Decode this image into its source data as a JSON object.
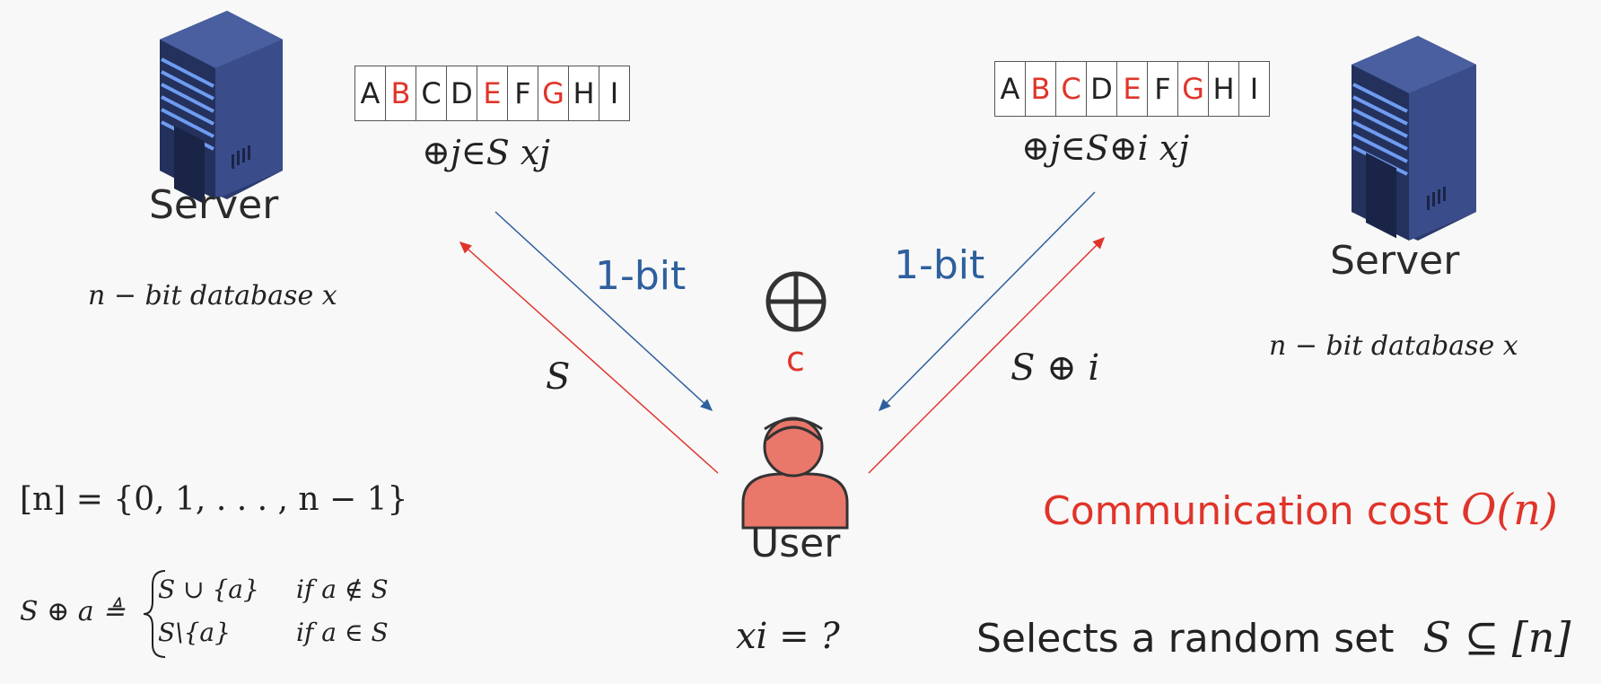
{
  "left_server": {
    "label": "Server",
    "database": "n − bit database x"
  },
  "right_server": {
    "label": "Server",
    "database": "n − bit database x"
  },
  "left_array": {
    "cells": [
      {
        "t": "A",
        "hl": false
      },
      {
        "t": "B",
        "hl": true
      },
      {
        "t": "C",
        "hl": false
      },
      {
        "t": "D",
        "hl": false
      },
      {
        "t": "E",
        "hl": true
      },
      {
        "t": "F",
        "hl": false
      },
      {
        "t": "G",
        "hl": true
      },
      {
        "t": "H",
        "hl": false
      },
      {
        "t": "I",
        "hl": false
      }
    ],
    "formula": "⊕j∈S xj"
  },
  "right_array": {
    "cells": [
      {
        "t": "A",
        "hl": false
      },
      {
        "t": "B",
        "hl": true
      },
      {
        "t": "C",
        "hl": true
      },
      {
        "t": "D",
        "hl": false
      },
      {
        "t": "E",
        "hl": true
      },
      {
        "t": "F",
        "hl": false
      },
      {
        "t": "G",
        "hl": true
      },
      {
        "t": "H",
        "hl": false
      },
      {
        "t": "I",
        "hl": false
      }
    ],
    "formula": "⊕j∈S⊕i xj"
  },
  "arrows": {
    "left_response": "1-bit",
    "right_response": "1-bit",
    "left_query": "S",
    "right_query": "S ⊕ i"
  },
  "user": {
    "label": "User",
    "combine_symbol": "⊕",
    "combine_label": "c",
    "query": "xi = ?"
  },
  "definitions": {
    "range": "[n] = {0, 1, . . . , n − 1}",
    "xor_lhs": "S ⊕ a ≜",
    "case1_expr": "S ∪ {a}",
    "case1_cond": "if a ∉ S",
    "case2_expr": "S\\{a}",
    "case2_cond": "if a ∈ S"
  },
  "notes": {
    "cost_text": "Communication cost",
    "cost_math": "O(n)",
    "select_text": "Selects a random set",
    "select_math": "S ⊆ [n]"
  },
  "colors": {
    "red": "#e0342a",
    "blue": "#2e5f9e",
    "server_body": "#34467f",
    "user_fill": "#e9776a"
  },
  "icons": [
    "server-icon",
    "server-icon",
    "user-icon",
    "xor-circle-icon"
  ]
}
